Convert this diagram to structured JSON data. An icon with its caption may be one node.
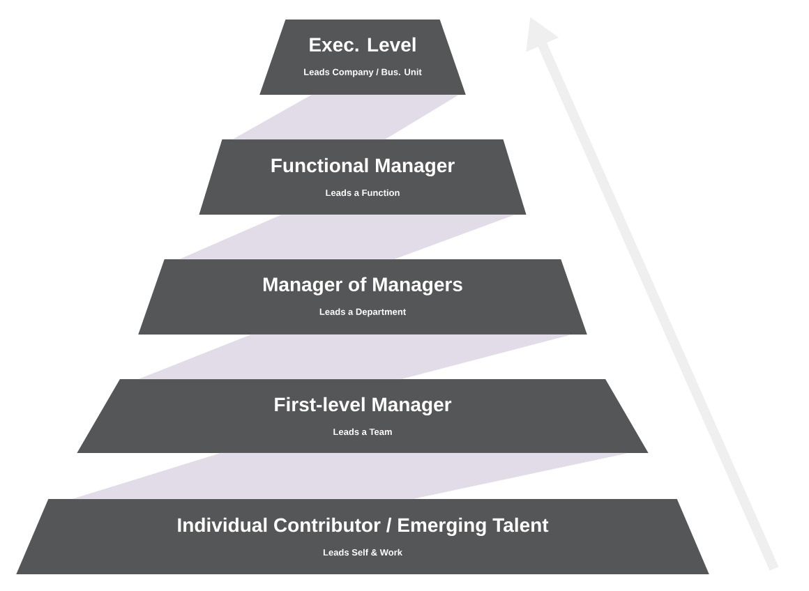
{
  "diagram": {
    "nodes": [
      {
        "text": [
          "Exec. Level",
          "Leads Company / Bus. Unit"
        ]
      },
      {
        "text": [
          "Functional Manager",
          "Leads a Function"
        ]
      },
      {
        "text": [
          "Manager of Managers",
          "Leads a Department"
        ]
      },
      {
        "text": [
          "First-level Manager",
          "Leads a Team"
        ]
      },
      {
        "text": [
          "Individual Contributor / Emerging Talent",
          "Leads Self & Work"
        ]
      }
    ],
    "edges": [
      {
        "from": 1,
        "to": 0,
        "arrow": "none"
      },
      {
        "from": 2,
        "to": 1,
        "arrow": "none"
      },
      {
        "from": 3,
        "to": 2,
        "arrow": "none"
      },
      {
        "from": 4,
        "to": 3,
        "arrow": "none"
      }
    ]
  }
}
